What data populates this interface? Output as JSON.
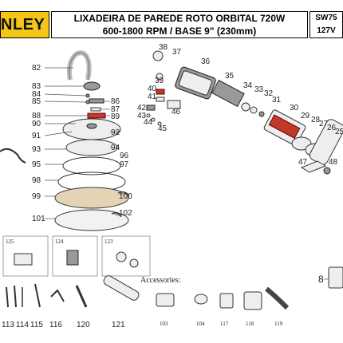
{
  "header": {
    "brand": "NLEY",
    "title_line1": "LIXADEIRA DE PAREDE ROTO ORBITAL 720W",
    "title_line2": "600-1800 RPM / BASE 9\" (230mm)",
    "model": "SW75",
    "voltage": "127V"
  },
  "left_labels": [
    "82",
    "83",
    "84",
    "85",
    "86",
    "87",
    "88",
    "89",
    "90",
    "91",
    "92",
    "93",
    "94",
    "95",
    "96",
    "97",
    "98",
    "99",
    "100",
    "101",
    "102"
  ],
  "right_labels": [
    "38",
    "37",
    "36",
    "35",
    "39",
    "34",
    "33",
    "32",
    "31",
    "30",
    "29",
    "28",
    "27",
    "26",
    "25",
    "40",
    "41",
    "42",
    "43",
    "44",
    "45",
    "46",
    "47",
    "48",
    "8"
  ],
  "bottom_labels": [
    "113",
    "114",
    "115",
    "116",
    "120",
    "121"
  ],
  "inset_labels": [
    "125",
    "124",
    "123"
  ],
  "accessories": {
    "title": "Accessories:",
    "labels": [
      "103",
      "104",
      "117",
      "118",
      "119"
    ]
  }
}
